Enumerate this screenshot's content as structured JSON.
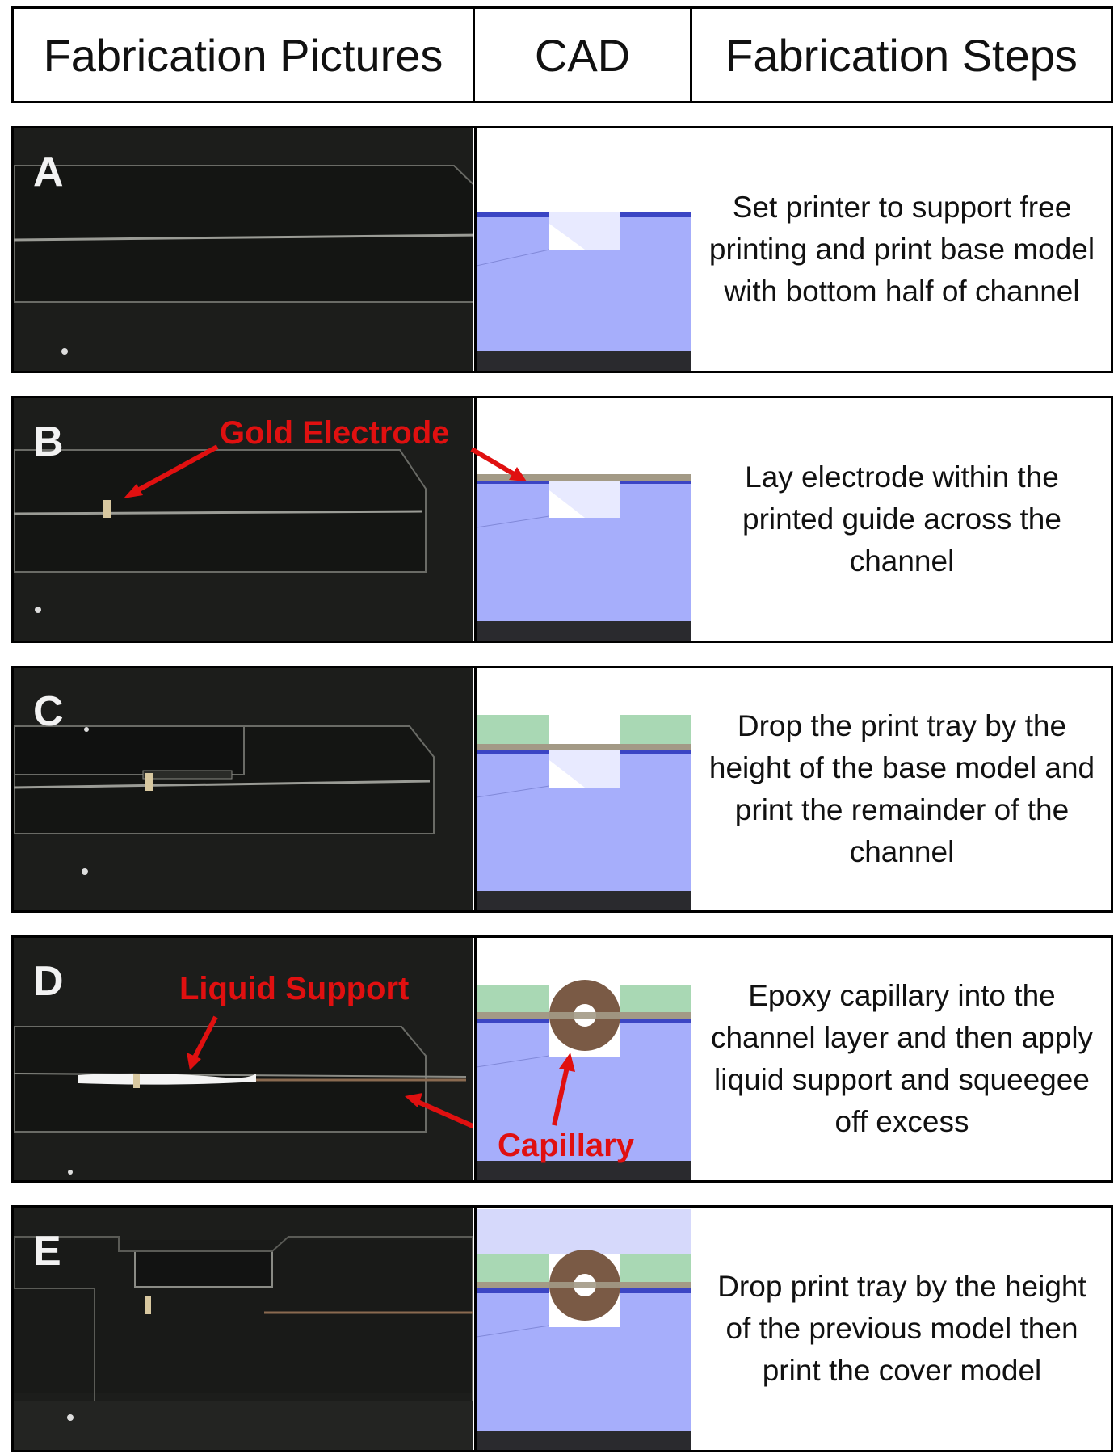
{
  "header": {
    "col1": "Fabrication Pictures",
    "col2": "CAD",
    "col3": "Fabrication Steps"
  },
  "rows": [
    {
      "letter": "A",
      "step": "Set printer to support free printing and print base model with bottom half of channel"
    },
    {
      "letter": "B",
      "step": "Lay electrode within the printed guide across the channel"
    },
    {
      "letter": "C",
      "step": "Drop the print tray by the height of the base model and print the remainder of the channel"
    },
    {
      "letter": "D",
      "step": "Epoxy capillary into the channel layer and then apply liquid support and squeegee off excess"
    },
    {
      "letter": "E",
      "step": "Drop print tray by the height of the previous model then print the cover model"
    }
  ],
  "callouts": {
    "gold_electrode": "Gold Electrode",
    "liquid_support": "Liquid Support",
    "capillary": "Capillary"
  },
  "colors": {
    "cad_body": "#a6aefb",
    "cad_blue_line": "#3b45c4",
    "cad_green": "#a9d8b4",
    "cad_electrode": "#a39a86",
    "cad_capillary": "#7a5a45",
    "cad_base": "#2a2a2e",
    "callout_red": "#e01010",
    "photo_dark": "#1c1d1b"
  }
}
